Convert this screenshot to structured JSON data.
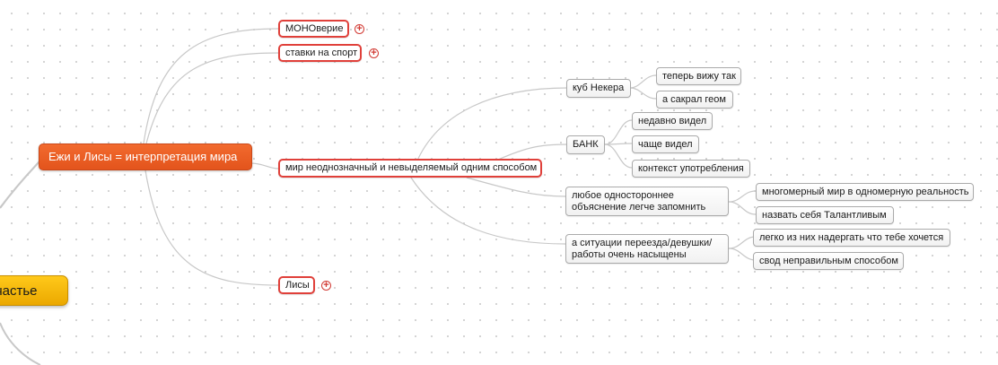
{
  "central": {
    "label": "о счастье"
  },
  "main_topic": {
    "label": "Ежи и Лисы = интерпретация мира"
  },
  "branches": {
    "mono": {
      "label": "МОНОверие",
      "collapsed": true
    },
    "bets": {
      "label": "ставки на спорт",
      "collapsed": true
    },
    "world": {
      "label": "мир неоднозначный и невыделяемый одним способом"
    },
    "foxes": {
      "label": "Лисы",
      "collapsed": true
    }
  },
  "world_children": {
    "necker": {
      "label": "куб Некера",
      "children": [
        "теперь вижу так",
        "а сакрал геом"
      ]
    },
    "bank": {
      "label": "БАНК",
      "children": [
        "недавно видел",
        "чаще видел",
        "контекст употребления"
      ]
    },
    "onesided": {
      "label": "любое одностороннее объяснение легче запомнить",
      "children": [
        "многомерный мир в одномерную реальность",
        "назвать себя Талантливым"
      ]
    },
    "situations": {
      "label": "а ситуации переезда/девушки/работы очень насыщены",
      "children": [
        "легко из них надергать что тебе хочется",
        "свод неправильным способом"
      ]
    }
  },
  "expander_symbol": "+",
  "colors": {
    "central": "#f5b800",
    "main_topic": "#ee5f24",
    "red_border": "#e0403a",
    "connector": "#c8c8c8"
  }
}
